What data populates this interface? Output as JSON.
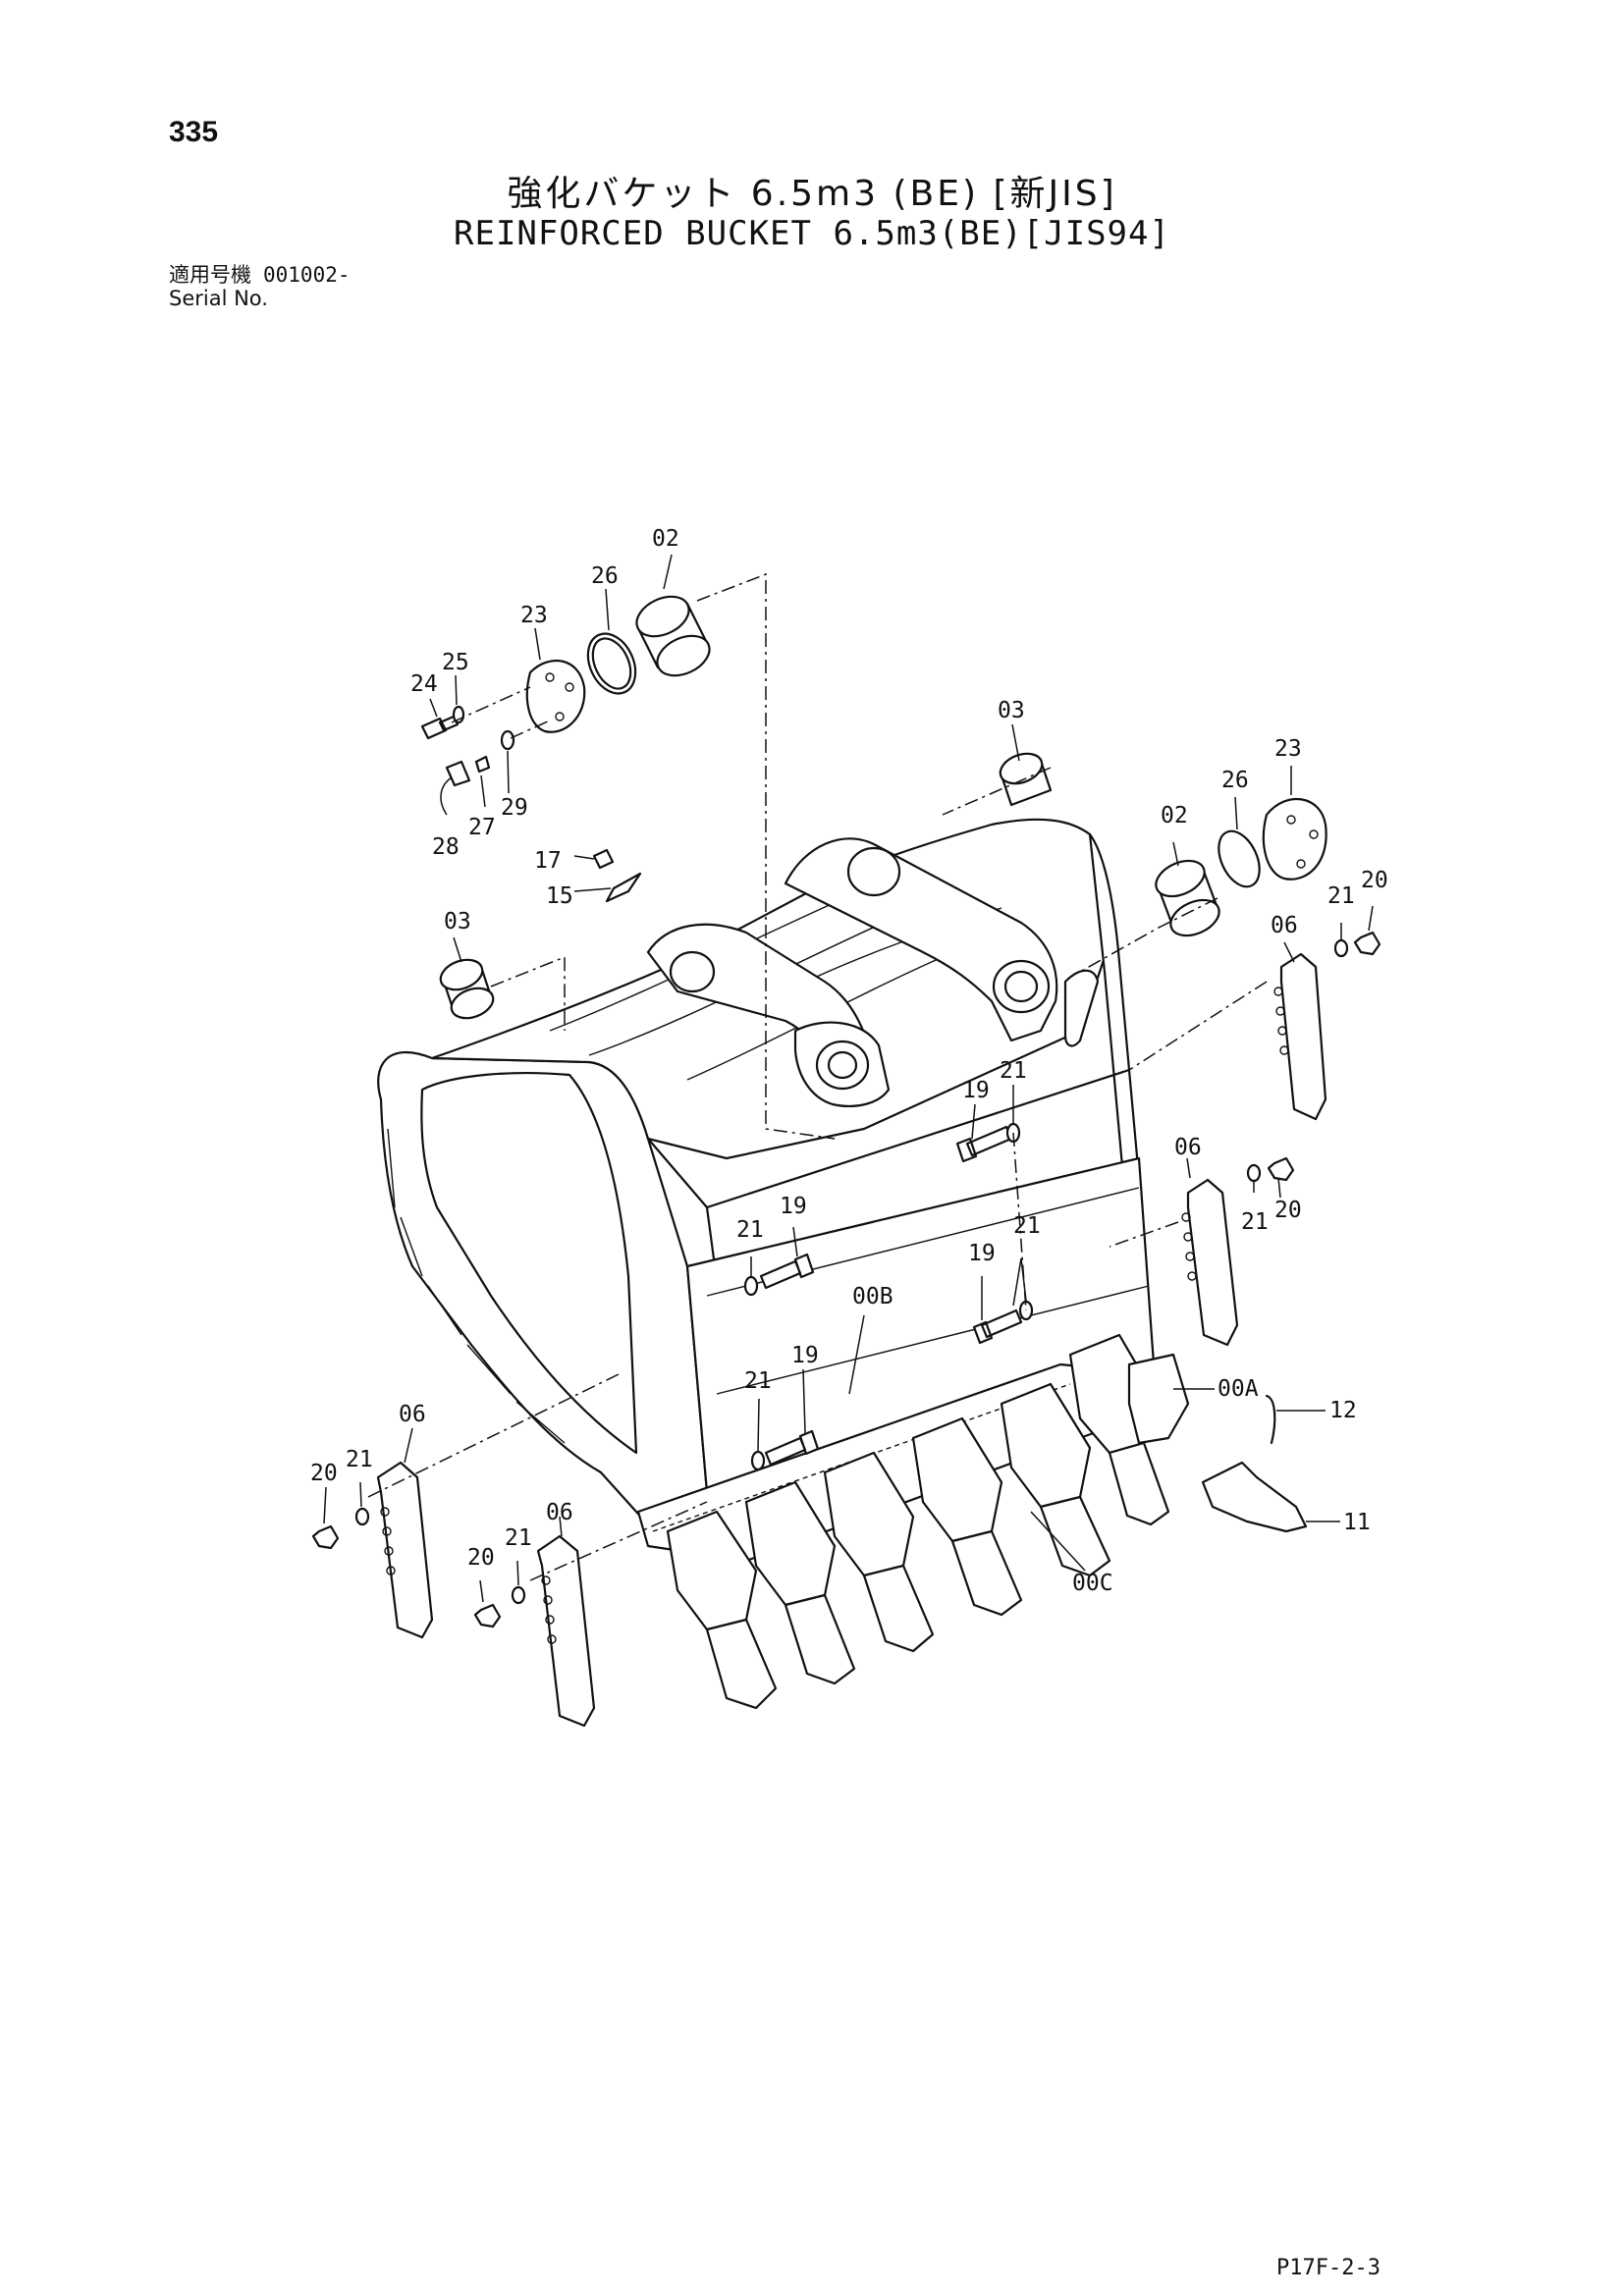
{
  "page_number": "335",
  "title_jp": "強化バケット 6.5m3 (BE) [新JIS]",
  "title_en": "REINFORCED BUCKET 6.5m3(BE)[JIS94]",
  "serial": {
    "label_jp": "適用号機",
    "label_en": "Serial No.",
    "value": "001002-"
  },
  "footer_code": "P17F-2-3",
  "callouts": {
    "c02a": "02",
    "c26a": "26",
    "c23a": "23",
    "c24": "24",
    "c25": "25",
    "c28": "28",
    "c27": "27",
    "c29": "29",
    "c17": "17",
    "c15": "15",
    "c03a": "03",
    "c03b": "03",
    "c02b": "02",
    "c26b": "26",
    "c23b": "23",
    "c21a": "21",
    "c20a": "20",
    "c06a": "06",
    "c19a": "19",
    "c21b": "21",
    "c06b": "06",
    "c21c": "21",
    "c20b": "20",
    "c21d": "21",
    "c19b": "19",
    "c19c": "19",
    "c21e": "21",
    "c00B": "00B",
    "c19d": "19",
    "c21f": "21",
    "c00A": "00A",
    "c12": "12",
    "c06c": "06",
    "c20c": "20",
    "c21g": "21",
    "c06d": "06",
    "c20d": "20",
    "c21h": "21",
    "c11": "11",
    "c00C": "00C"
  }
}
